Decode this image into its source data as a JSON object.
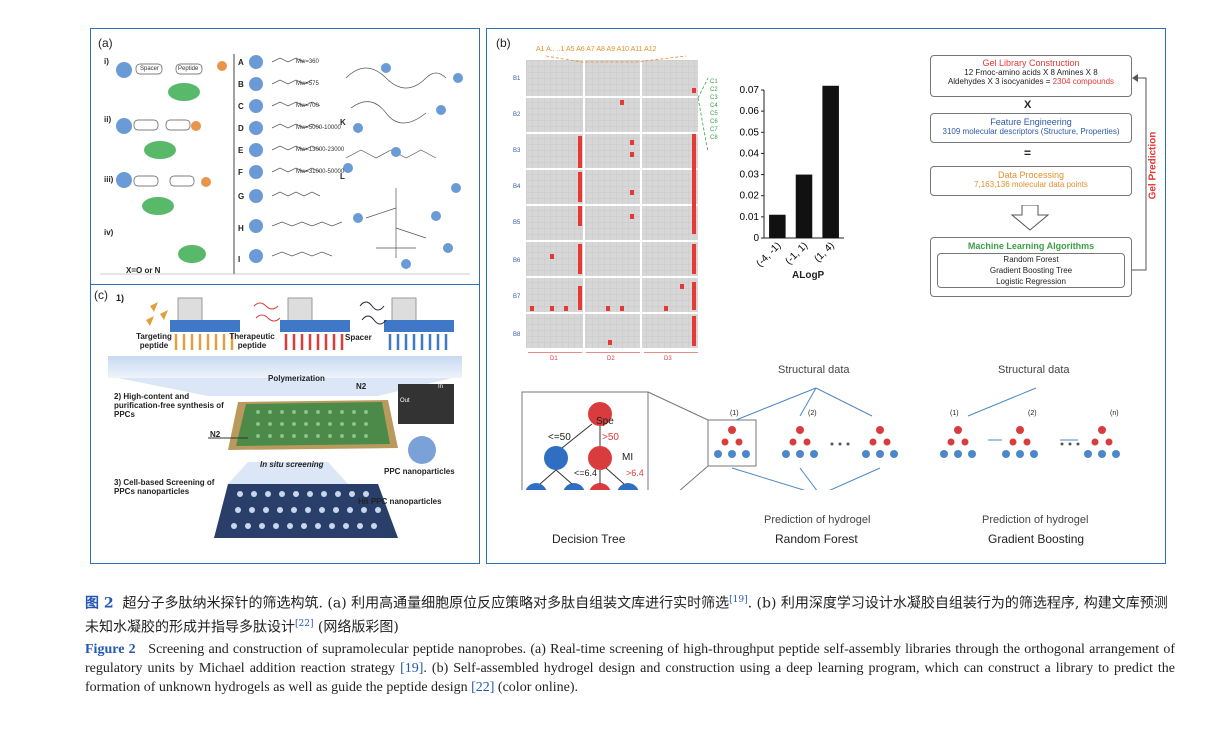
{
  "panel_a": {
    "label": "(a)",
    "rows": [
      "i)",
      "ii)",
      "iii)",
      "iv)"
    ],
    "tags": [
      "Spacer",
      "Peptide"
    ],
    "note": "X=O or N",
    "letters": [
      "A",
      "B",
      "C",
      "D",
      "E",
      "F",
      "G",
      "H",
      "I",
      "K",
      "L"
    ],
    "mw": [
      "Mw=360",
      "Mw=575",
      "Mw=700",
      "Mw=5000-10000",
      "Mw=13000-23000",
      "Mw=31000-50000"
    ]
  },
  "panel_c": {
    "label": "(c)",
    "step1": "1)",
    "pipettes": [
      "Targeting peptide",
      "Therapeutic peptide",
      "Spacer"
    ],
    "polymerization": "Polymerization",
    "step2": "2) High-content and purification-free synthesis of PPCs",
    "n2_a": "N2",
    "n2_b": "N2",
    "insitu": "In situ screening",
    "ppc": "PPC nanoparticles",
    "step3": "3) Cell-based Screening of PPCs nanoparticles",
    "hit": "Hit PPC nanoparticles",
    "in_label": "In",
    "out_label": "Out"
  },
  "panel_b": {
    "label": "(b)",
    "top_labels": "A1 A.. ..1 A5 A6 A7 A8 A9 A10 A11 A12",
    "row_labels": [
      "B1",
      "B2",
      "B3",
      "B4",
      "B5",
      "B6",
      "B7",
      "B8"
    ],
    "col_labels": [
      "D1",
      "D2",
      "D3"
    ],
    "c_labels": [
      "C1",
      "C2",
      "C3",
      "C4",
      "C5",
      "C6",
      "C7",
      "C8"
    ],
    "workflow": {
      "gel_title": "Gel Library Construction",
      "gel_line1": "12 Fmoc-amino acids X 8 Amines X 8",
      "gel_line2a": "Aldehydes X 3 isocyanides = ",
      "gel_line2b": "2304 compounds",
      "x": "X",
      "fe_title": "Feature Engineering",
      "fe_line": "3109 molecular descriptors (Structure, Properties)",
      "eq": "=",
      "dp_title": "Data Processing",
      "dp_line": "7,163,136 molecular data points",
      "ml_title": "Machine Learning Algorithms",
      "ml_items": [
        "Random Forest",
        "Gradient Boosting Tree",
        "Logistic Regression"
      ],
      "side": "Gel Prediction"
    },
    "trees": {
      "structural_a": "Structural data",
      "structural_b": "Structural data",
      "n1": "(1)",
      "n2": "(2)",
      "n3": "(1)",
      "n4": "(2)",
      "nn": "(n)",
      "dt_root": "Spe",
      "dt_le": "<=50",
      "dt_gt": ">50",
      "dt_node": "MI",
      "dt_le2": "<=6.4",
      "dt_gt2": ">6.4",
      "dt_caption": "Decision Tree",
      "pred_a": "Prediction of hydrogel",
      "rf": "Random Forest",
      "pred_b": "Prediction of hydrogel",
      "gb": "Gradient Boosting"
    }
  },
  "chart_data": {
    "type": "bar",
    "categories": [
      "(-4, -1)",
      "(-1, 1)",
      "(1, 4)"
    ],
    "values": [
      0.011,
      0.03,
      0.072
    ],
    "xlabel": "ALogP",
    "ylabel": "",
    "ylim": [
      0,
      0.07
    ],
    "yticks": [
      "0",
      "0.01",
      "0.02",
      "0.03",
      "0.04",
      "0.05",
      "0.06",
      "0.07"
    ],
    "grid": false
  },
  "caption": {
    "cn_fig": "图 2",
    "cn_text": "超分子多肽纳米探针的筛选构筑. (a) 利用高通量细胞原位反应策略对多肽自组装文库进行实时筛选",
    "cn_ref1": "[19]",
    "cn_text2": ". (b) 利用深度学习设计水凝胶自组装行为的筛选程序, 构建文库预测未知水凝胶的形成并指导多肽设计",
    "cn_ref2": "[22]",
    "cn_text3": " (网络版彩图)",
    "en_fig": "Figure 2",
    "en_text1": "Screening and construction of supramolecular peptide nanoprobes. (a) Real-time screening of high-throughput peptide self-assembly libraries through the orthogonal arrangement of regulatory units by Michael addition reaction strategy ",
    "en_ref1": "[19]",
    "en_text2": ". (b) Self-assembled hydrogel design and construction using a deep learning program, which can construct a library to predict the formation of unknown hydrogels as well as guide the peptide design ",
    "en_ref2": "[22]",
    "en_text3": " (color online)."
  }
}
